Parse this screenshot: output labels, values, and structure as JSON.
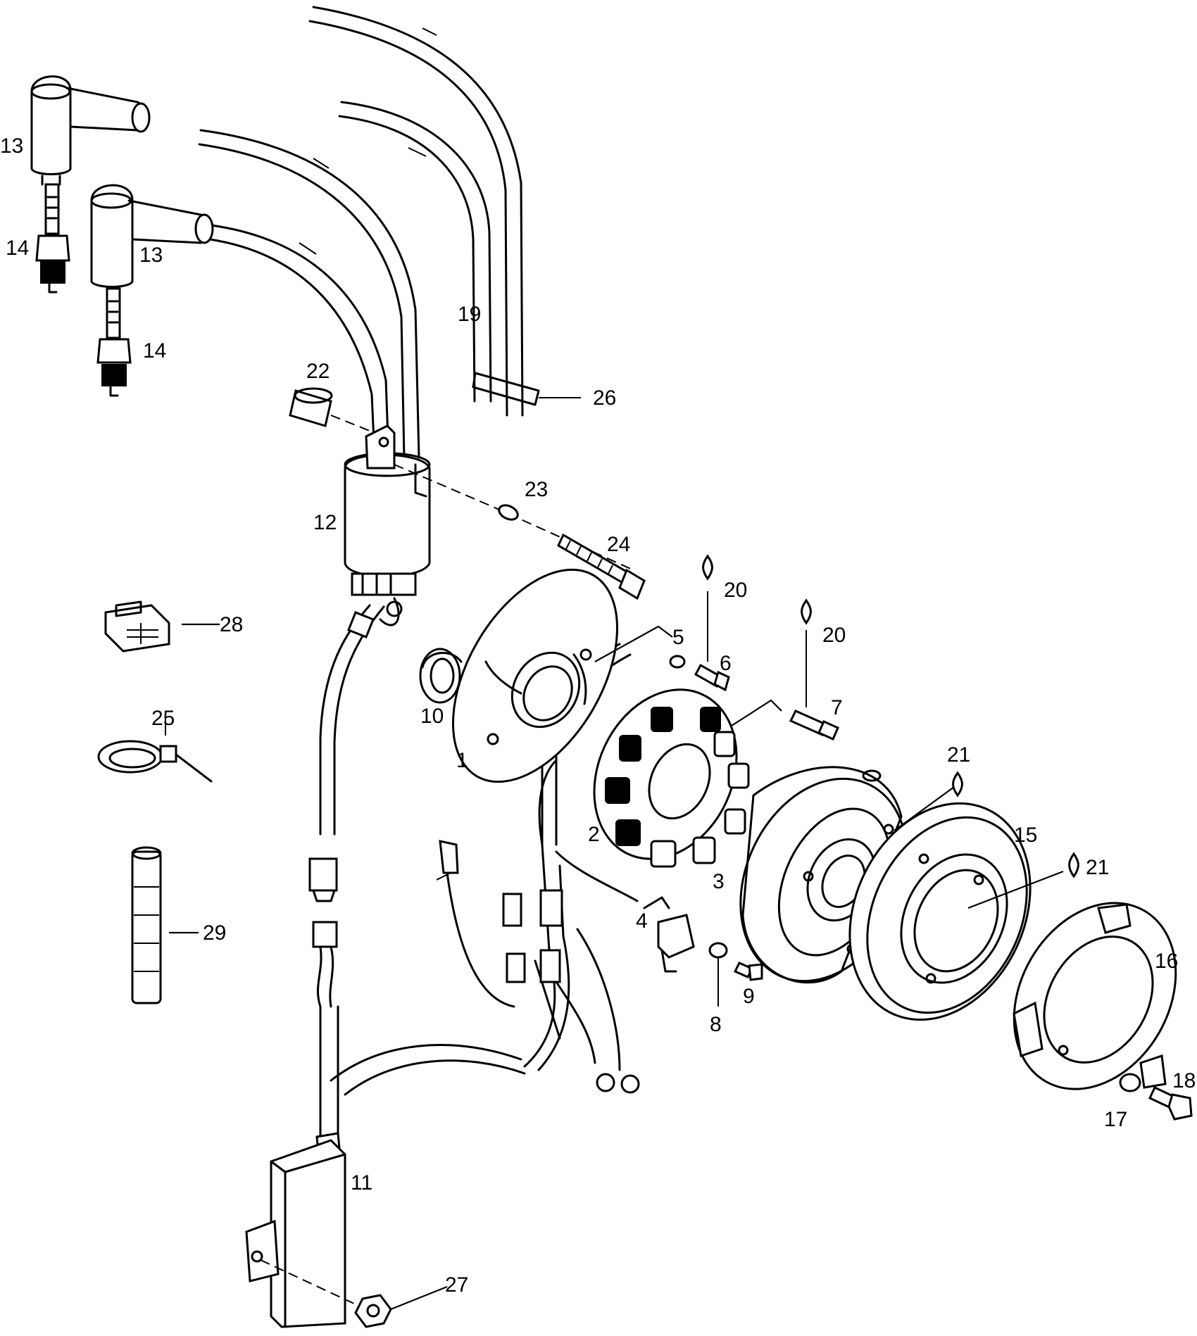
{
  "diagram": {
    "callouts": {
      "c1": "1",
      "c2": "2",
      "c3": "3",
      "c4": "4",
      "c5": "5",
      "c6": "6",
      "c7": "7",
      "c8": "8",
      "c9": "9",
      "c10": "10",
      "c11": "11",
      "c12": "12",
      "c13a": "13",
      "c13b": "13",
      "c14a": "14",
      "c14b": "14",
      "c15": "15",
      "c16": "16",
      "c17": "17",
      "c18": "18",
      "c19": "19",
      "c20a": "20",
      "c20b": "20",
      "c21a": "21",
      "c21b": "21",
      "c22": "22",
      "c23": "23",
      "c24": "24",
      "c25": "25",
      "c26": "26",
      "c27": "27",
      "c28": "28",
      "c29": "29"
    }
  }
}
